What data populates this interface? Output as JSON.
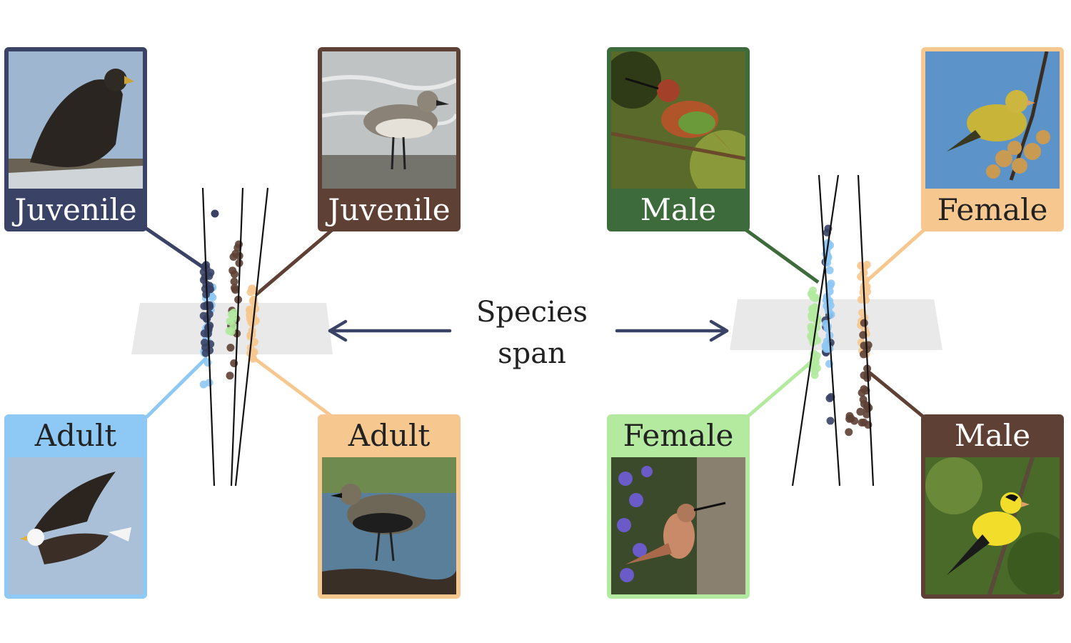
{
  "center": {
    "line1": "Species",
    "line2": "span"
  },
  "colors": {
    "eagle_juvenile": "#3a4266",
    "eagle_adult": "#8ec8f5",
    "plover_juvenile": "#5e4035",
    "plover_adult": "#f6c88f",
    "hummer_male": "#3e6b3c",
    "hummer_female": "#b3eaa0",
    "finch_female": "#f6c88f",
    "finch_male": "#5e4035",
    "plane": "#e9e9e9",
    "arrow": "#3a4266"
  },
  "cards": {
    "eagle_juvenile": {
      "label": "Juvenile",
      "photo": "juvenile-bald-eagle"
    },
    "plover_juvenile": {
      "label": "Juvenile",
      "photo": "juvenile-plover"
    },
    "eagle_adult": {
      "label": "Adult",
      "photo": "adult-bald-eagle"
    },
    "plover_adult": {
      "label": "Adult",
      "photo": "adult-plover"
    },
    "hummer_male": {
      "label": "Male",
      "photo": "male-hummingbird"
    },
    "finch_female": {
      "label": "Female",
      "photo": "female-goldfinch"
    },
    "hummer_female": {
      "label": "Female",
      "photo": "female-hummingbird"
    },
    "finch_male": {
      "label": "Male",
      "photo": "male-goldfinch"
    }
  }
}
